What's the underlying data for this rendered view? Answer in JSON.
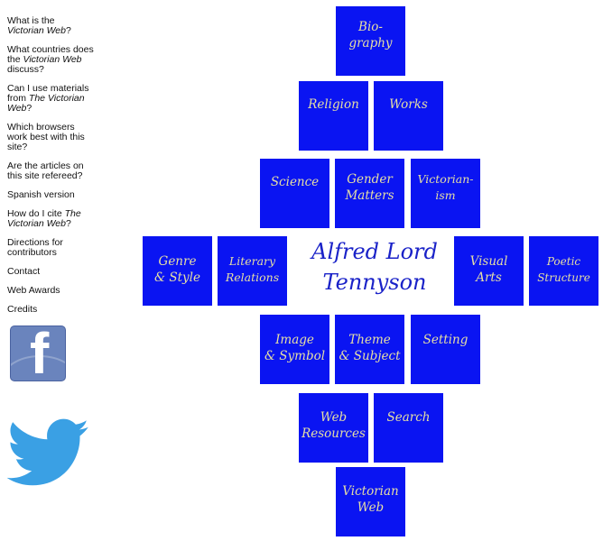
{
  "sidebar": {
    "links": [
      {
        "pre": "What is the ",
        "em": "Victorian Web",
        "post": "?"
      },
      {
        "pre": "What countries does the ",
        "em": "Victorian Web",
        "post": " discuss?"
      },
      {
        "pre": "Can I use materials from ",
        "em": "The Victorian Web",
        "post": "?"
      },
      {
        "pre": "Which browsers work best with this site?",
        "em": "",
        "post": ""
      },
      {
        "pre": "Are the articles on this site refereed?",
        "em": "",
        "post": ""
      },
      {
        "pre": "Spanish version",
        "em": "",
        "post": ""
      },
      {
        "pre": "How do I cite ",
        "em": "The Victorian Web",
        "post": "?"
      },
      {
        "pre": "Directions for contributors",
        "em": "",
        "post": ""
      },
      {
        "pre": "Contact",
        "em": "",
        "post": ""
      },
      {
        "pre": "Web Awards",
        "em": "",
        "post": ""
      },
      {
        "pre": "Credits",
        "em": "",
        "post": ""
      }
    ],
    "social": {
      "facebook": "facebook-icon",
      "twitter": "twitter-icon"
    }
  },
  "title": {
    "line1": "Alfred Lord",
    "line2": "Tennyson"
  },
  "colors": {
    "box": "#0a14f2",
    "box_text": "#e6dfa4",
    "title": "#1a22c8"
  },
  "boxes": [
    {
      "l1": "Bio-",
      "l2": "graphy"
    },
    {
      "l1": "Religion",
      "l2": ""
    },
    {
      "l1": "Works",
      "l2": ""
    },
    {
      "l1": "Science",
      "l2": ""
    },
    {
      "l1": "Gender",
      "l2": "Matters"
    },
    {
      "l1": "Victorian-",
      "l2": "ism"
    },
    {
      "l1": "Genre",
      "l2": "& Style"
    },
    {
      "l1": "Literary",
      "l2": "Relations"
    },
    {
      "l1": "Visual",
      "l2": "Arts"
    },
    {
      "l1": "Poetic",
      "l2": "Structure"
    },
    {
      "l1": "Image",
      "l2": "& Symbol"
    },
    {
      "l1": "Theme",
      "l2": "& Subject"
    },
    {
      "l1": "Setting",
      "l2": ""
    },
    {
      "l1": "Web",
      "l2": "Resources"
    },
    {
      "l1": "Search",
      "l2": ""
    },
    {
      "l1": "Victorian",
      "l2": "Web"
    }
  ]
}
